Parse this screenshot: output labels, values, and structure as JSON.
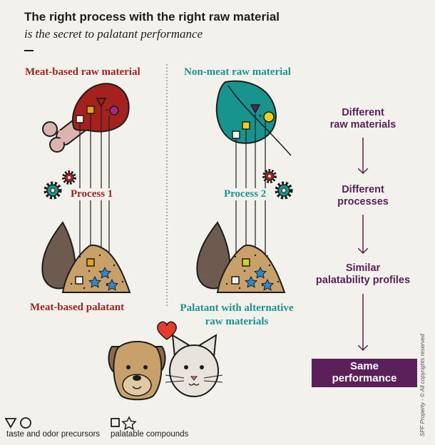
{
  "header": {
    "title": "The right process with the right raw material",
    "subtitle": "is the secret to palatant performance"
  },
  "left": {
    "raw_label": "Meat-based raw material",
    "process_label": "Process 1",
    "palatant_label": "Meat-based palatant"
  },
  "right": {
    "raw_label": "Non-meat raw material",
    "process_label": "Process 2",
    "palatant_label_line1": "Palatant with alternative",
    "palatant_label_line2": "raw materials"
  },
  "sidebar": {
    "step1_line1": "Different",
    "step1_line2": "raw materials",
    "step2_line1": "Different",
    "step2_line2": "processes",
    "step3_line1": "Similar",
    "step3_line2": "palatability profiles",
    "result_line1": "Same",
    "result_line2": "performance"
  },
  "legend": {
    "precursors": "taste and odor precursors",
    "compounds": "palatable compounds"
  },
  "copyright": "SPF Property - © All copyrights reserved",
  "colors": {
    "meat_red": "#a6211d",
    "teal": "#17948e",
    "purple": "#5b1f5a",
    "kibble": "#c8a06a",
    "drop": "#6e5a4e"
  }
}
